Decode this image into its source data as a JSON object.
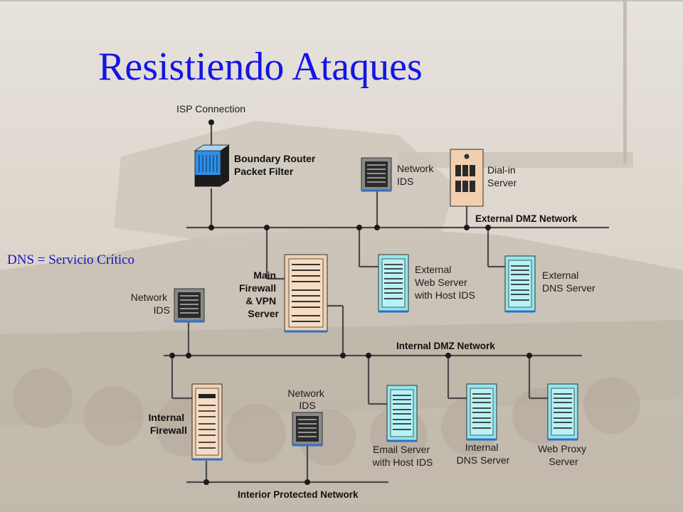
{
  "slide": {
    "title": "Resistiendo Ataques",
    "note": "DNS = Servicio Crítico"
  },
  "networks": {
    "external_dmz": "External DMZ Network",
    "internal_dmz": "Internal DMZ Network",
    "interior": "Interior Protected Network"
  },
  "nodes": {
    "isp": {
      "line1": "ISP Connection"
    },
    "router": {
      "line1": "Boundary Router",
      "line2": "Packet Filter"
    },
    "ids_ext": {
      "line1": "Network",
      "line2": "IDS"
    },
    "dialin": {
      "line1": "Dial-in",
      "line2": "Server"
    },
    "main_fw": {
      "line1": "Main",
      "line2": "Firewall",
      "line3": "& VPN",
      "line4": "Server"
    },
    "ext_web": {
      "line1": "External",
      "line2": "Web Server",
      "line3": "with Host IDS"
    },
    "ext_dns": {
      "line1": "External",
      "line2": "DNS Server"
    },
    "ids_left": {
      "line1": "Network",
      "line2": "IDS"
    },
    "int_fw": {
      "line1": "Internal",
      "line2": "Firewall"
    },
    "ids_int": {
      "line1": "Network",
      "line2": "IDS"
    },
    "email": {
      "line1": "Email Server",
      "line2": "with Host IDS"
    },
    "int_dns": {
      "line1": "Internal",
      "line2": "DNS Server"
    },
    "proxy": {
      "line1": "Web Proxy",
      "line2": "Server"
    }
  },
  "colors": {
    "title": "#1414e8",
    "line": "#4a4a4a",
    "server_cyan": "#8fe8ee",
    "server_tan": "#f2cfae",
    "router_blue": "#2f8fe6",
    "ids_gray": "#8a8a8a"
  }
}
